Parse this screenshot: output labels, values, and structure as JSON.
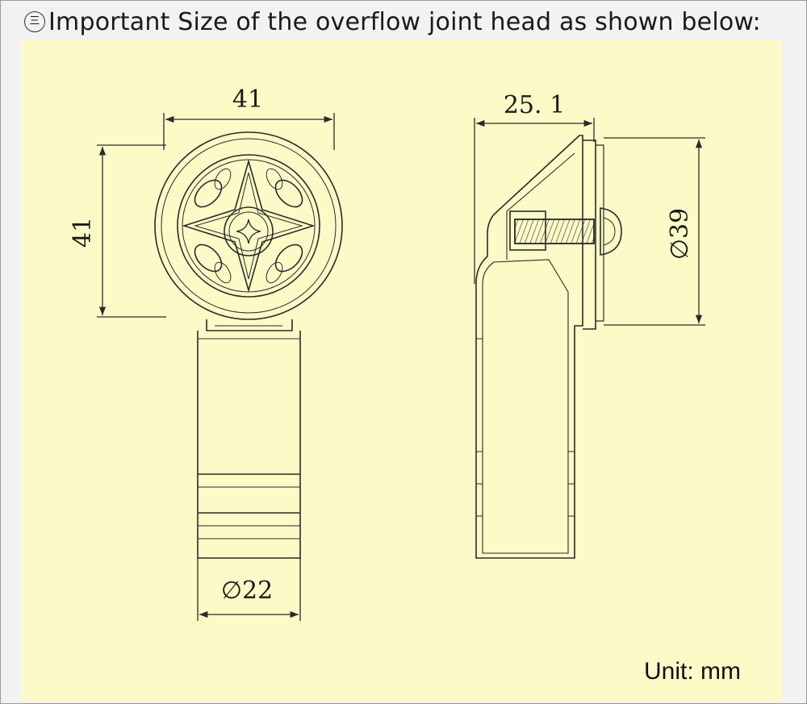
{
  "header": {
    "marker": "三",
    "title": "Important Size of the overflow joint head as shown below:"
  },
  "dimensions": {
    "front_width": "41",
    "front_height": "41",
    "front_pipe_dia": "∅22",
    "side_depth": "25. 1",
    "side_flange_dia": "∅39"
  },
  "unit_label": "Unit: mm",
  "colors": {
    "paper": "#fcfbc7",
    "line": "#2a2a2a",
    "background": "#f2f2f2"
  }
}
